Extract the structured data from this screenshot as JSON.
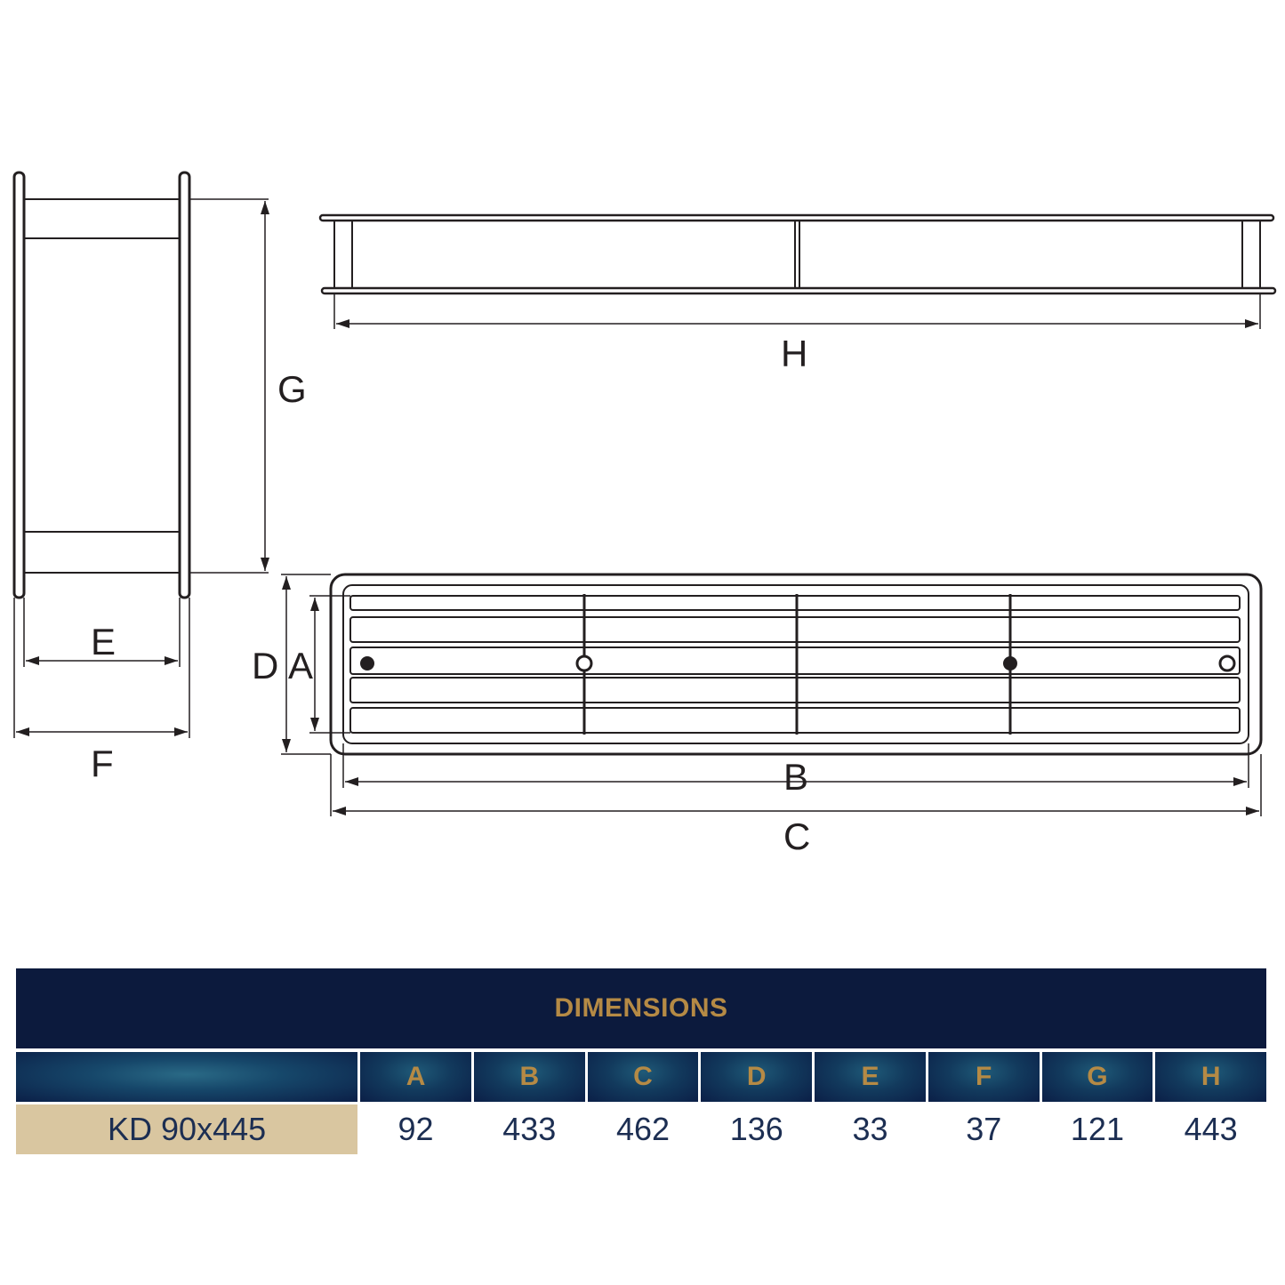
{
  "drawing": {
    "labels": {
      "A": "A",
      "B": "B",
      "C": "C",
      "D": "D",
      "E": "E",
      "F": "F",
      "G": "G",
      "H": "H"
    },
    "line_color": "#231f20"
  },
  "table": {
    "title": "DIMENSIONS",
    "columns": [
      "A",
      "B",
      "C",
      "D",
      "E",
      "F",
      "G",
      "H"
    ],
    "rows": [
      {
        "model": "KD 90x445",
        "values": [
          "92",
          "433",
          "462",
          "136",
          "33",
          "37",
          "121",
          "443"
        ]
      }
    ],
    "colors": {
      "navy": "#0c1a3d",
      "gold": "#b58a45",
      "sand": "#d9c6a0",
      "text": "#1c2e52"
    }
  }
}
